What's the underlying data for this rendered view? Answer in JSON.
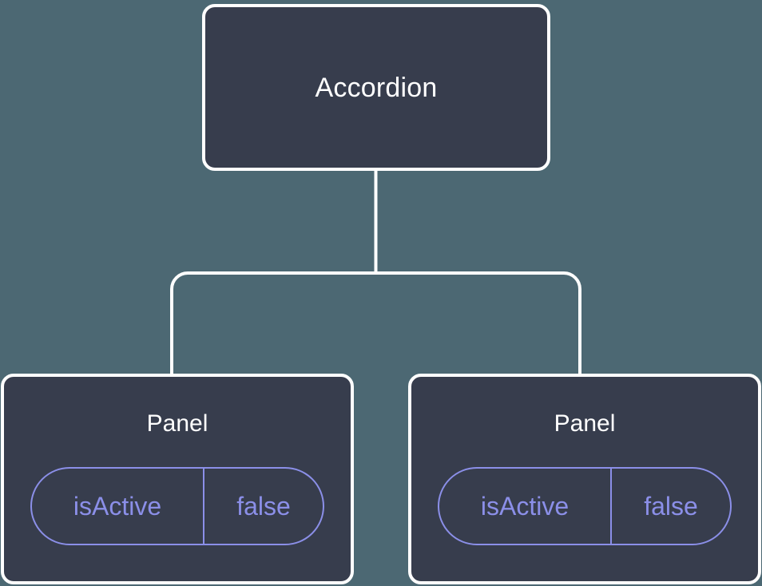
{
  "diagram": {
    "type": "component-tree",
    "background_color": "#4c6873",
    "node_fill_color": "#373d4d",
    "node_border_color": "#ffffff",
    "edge_color": "#ffffff",
    "accent_color": "#8b8fe8",
    "title_text_color": "#ffffff"
  },
  "root": {
    "label": "Accordion"
  },
  "children": [
    {
      "label": "Panel",
      "state": {
        "key": "isActive",
        "value": "false"
      }
    },
    {
      "label": "Panel",
      "state": {
        "key": "isActive",
        "value": "false"
      }
    }
  ]
}
